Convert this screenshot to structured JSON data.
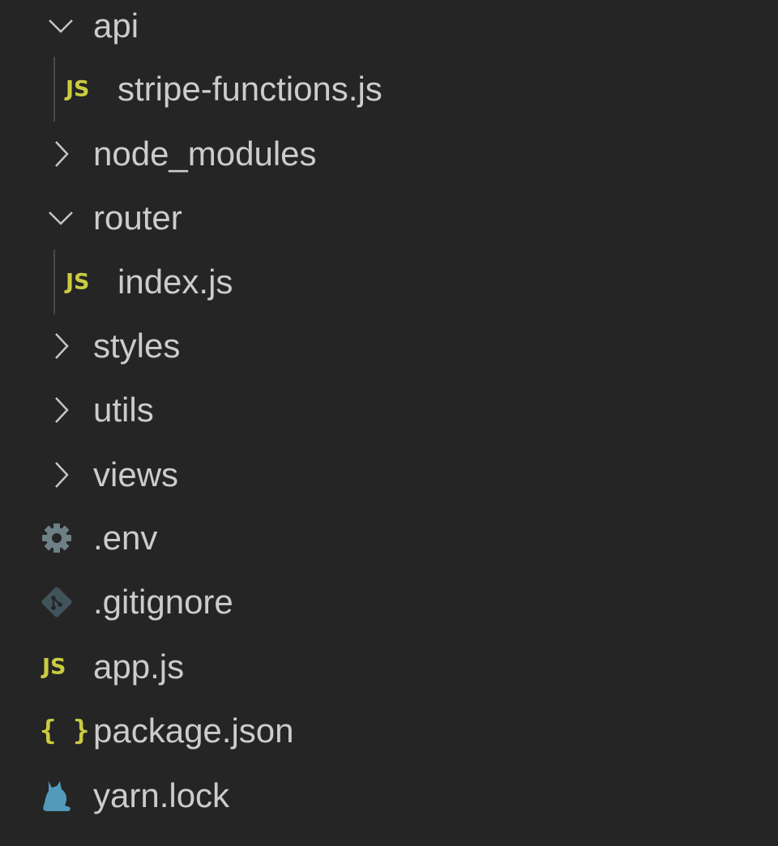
{
  "explorer": {
    "items": [
      {
        "label": "api",
        "type": "folder",
        "expanded": true,
        "icon": "chevron-down-icon"
      },
      {
        "label": "stripe-functions.js",
        "type": "file",
        "icon": "js-file-icon",
        "icon_text": "JS"
      },
      {
        "label": "node_modules",
        "type": "folder",
        "expanded": false,
        "icon": "chevron-right-icon"
      },
      {
        "label": "router",
        "type": "folder",
        "expanded": true,
        "icon": "chevron-down-icon"
      },
      {
        "label": "index.js",
        "type": "file",
        "icon": "js-file-icon",
        "icon_text": "JS"
      },
      {
        "label": "styles",
        "type": "folder",
        "expanded": false,
        "icon": "chevron-right-icon"
      },
      {
        "label": "utils",
        "type": "folder",
        "expanded": false,
        "icon": "chevron-right-icon"
      },
      {
        "label": "views",
        "type": "folder",
        "expanded": false,
        "icon": "chevron-right-icon"
      },
      {
        "label": ".env",
        "type": "file",
        "icon": "gear-icon"
      },
      {
        "label": ".gitignore",
        "type": "file",
        "icon": "git-icon"
      },
      {
        "label": "app.js",
        "type": "file",
        "icon": "js-file-icon",
        "icon_text": "JS"
      },
      {
        "label": "package.json",
        "type": "file",
        "icon": "json-braces-icon",
        "icon_text": "{ }"
      },
      {
        "label": "yarn.lock",
        "type": "file",
        "icon": "yarn-cat-icon"
      }
    ]
  },
  "colors": {
    "background": "#252526",
    "text": "#cccccc",
    "js_icon": "#cbcb41",
    "gear_icon": "#6d8086",
    "git_icon": "#41535b",
    "yarn_icon": "#519aba",
    "chevron": "#c5c5c5",
    "indent_guide": "#4a4a4a"
  }
}
